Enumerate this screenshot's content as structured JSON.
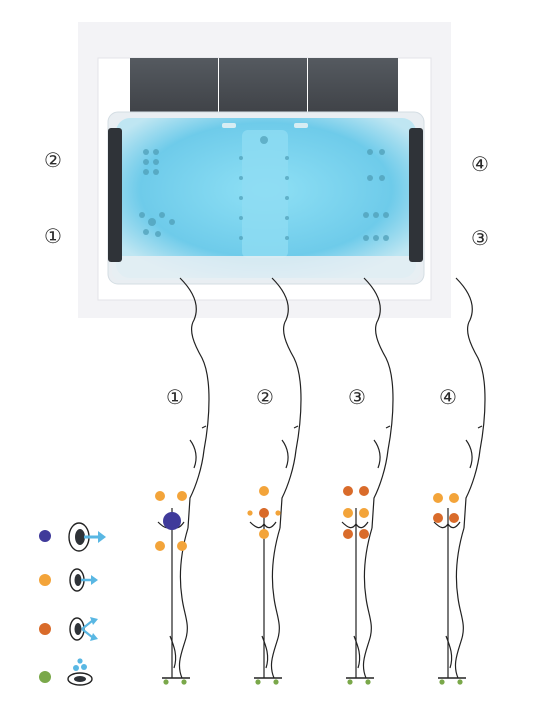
{
  "positions": {
    "tub_labels": [
      "②",
      "①",
      "④",
      "③"
    ],
    "figure_labels": [
      "①",
      "②",
      "③",
      "④"
    ]
  },
  "jet_types": [
    {
      "icon": "large-jet-icon",
      "color": "#3f3a9a"
    },
    {
      "icon": "small-jet-icon",
      "color": "#f3a43a"
    },
    {
      "icon": "rotating-jet-icon",
      "color": "#d96b2a"
    },
    {
      "icon": "air-bubble-icon",
      "color": "#7aa84a"
    }
  ],
  "colors": {
    "water": "#7fd3ee",
    "shell": "#eef2f5",
    "cabinet": "#4a4d52",
    "frame": "#f6f6f8",
    "jet_arrow": "#59b7e3"
  }
}
